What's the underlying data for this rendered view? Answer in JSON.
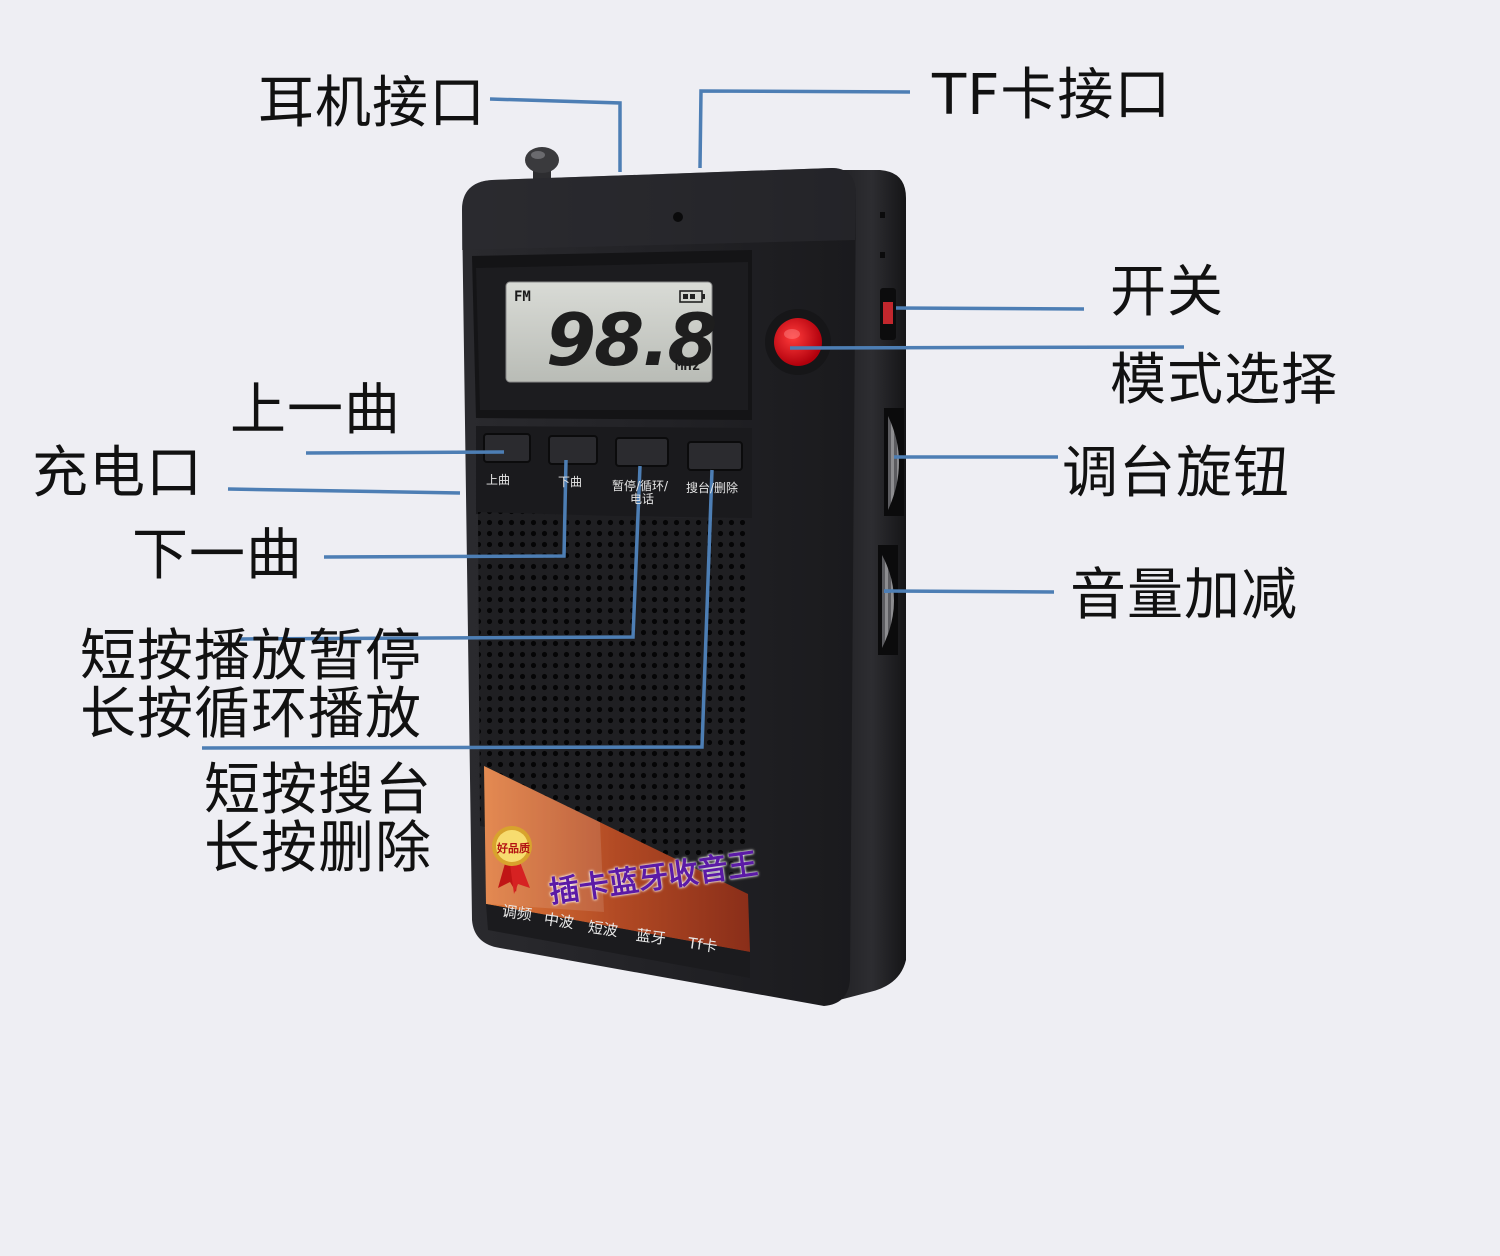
{
  "colors": {
    "background": "#eeeef3",
    "leader_line": "#4d7eb4",
    "device_body": "#222226",
    "lcd": "#c9ccc6",
    "power_button": "#d4101b",
    "brand_text": "#5b1aa6",
    "banner": "#c0552a"
  },
  "callouts": {
    "headphone_jack": "耳机接口",
    "tf_card_slot": "TF卡接口",
    "power_switch": "开关",
    "mode_select": "模式选择",
    "tuning_knob": "调台旋钮",
    "volume": "音量加减",
    "previous_track": "上一曲",
    "charging_port": "充电口",
    "next_track": "下一曲",
    "play_pause_line1": "短按播放暂停",
    "play_pause_line2": "长按循环播放",
    "search_line1": "短按搜台",
    "search_line2": "长按删除"
  },
  "device": {
    "lcd": {
      "band": "FM",
      "frequency": "98.8",
      "unit": "MHz"
    },
    "buttons": [
      {
        "label": "上曲"
      },
      {
        "label": "下曲"
      },
      {
        "label": "暂停/循环/",
        "label2": "电话"
      },
      {
        "label": "搜台/删除"
      }
    ],
    "brand": "插卡蓝牙收音王",
    "badge": "好品质",
    "modes": [
      "调频",
      "中波",
      "短波",
      "蓝牙",
      "Tf卡"
    ]
  }
}
